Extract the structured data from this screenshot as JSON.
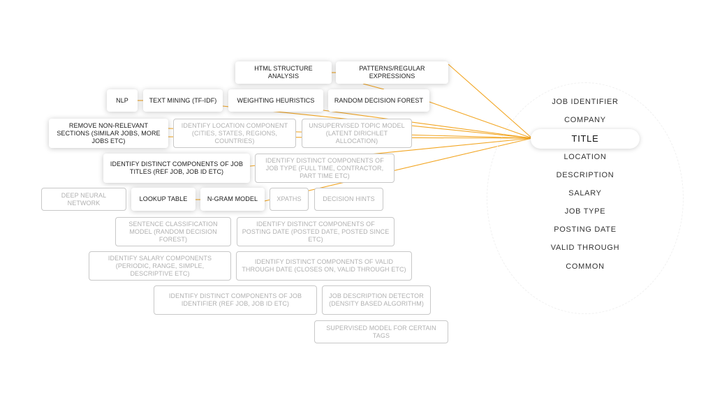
{
  "fields": [
    "JOB IDENTIFIER",
    "COMPANY",
    "TITLE",
    "LOCATION",
    "DESCRIPTION",
    "SALARY",
    "JOB TYPE",
    "POSTING DATE",
    "VALID THROUGH",
    "COMMON"
  ],
  "selected_field": "TITLE",
  "active_methods": {
    "html": "HTML STRUCTURE ANALYSIS",
    "patterns": "PATTERNS/REGULAR EXPRESSIONS",
    "nlp": "NLP",
    "textmining": "TEXT MINING (TF-IDF)",
    "weighting": "WEIGHTING HEURISTICS",
    "forest": "RANDOM DECISION FOREST",
    "remove": "REMOVE NON-RELEVANT SECTIONS (SIMILAR JOBS, MORE JOBS ETC)",
    "titles": "IDENTIFY DISTINCT COMPONENTS OF JOB TITLES (REF JOB, JOB ID ETC)",
    "lookup": "LOOKUP TABLE",
    "ngram": "N-GRAM MODEL"
  },
  "inactive_methods": {
    "location": "IDENTIFY LOCATION COMPONENT (CITIES, STATES, REGIONS, COUNTRIES)",
    "topic": "UNSUPERVISED TOPIC MODEL (LATENT DIRICHLET ALLOCATION)",
    "jobtype": "IDENTIFY DISTINCT COMPONENTS OF JOB TYPE (FULL TIME, CONTRACTOR, PART TIME ETC)",
    "dnn": "DEEP NEURAL NETWORK",
    "xpaths": "XPATHS",
    "hints": "DECISION HINTS",
    "sentence": "SENTENCE CLASSIFICATION MODEL (RANDOM DECISION FOREST)",
    "posting": "IDENTIFY DISTINCT COMPONENTS OF POSTING DATE (POSTED DATE, POSTED SINCE ETC)",
    "salary": "IDENTIFY SALARY COMPONENTS (PERIODIC, RANGE, SIMPLE, DESCRIPTIVE ETC)",
    "valid": "IDENTIFY DISTINCT COMPONENTS OF VALID THROUGH DATE (CLOSES ON, VALID THROUGH ETC)",
    "jobid": "IDENTIFY DISTINCT COMPONENTS OF JOB IDENTIFIER (REF JOB, JOB ID ETC)",
    "density": "JOB DESCRIPTION DETECTOR (DENSITY BASED ALGORITHM)",
    "supervised": "SUPERVISED MODEL FOR CERTAIN TAGS"
  },
  "colors": {
    "connector": "#f2a521",
    "active_text": "#1a1a1a",
    "inactive_text": "#b0b0b0",
    "inactive_border": "#c8c8c8"
  }
}
